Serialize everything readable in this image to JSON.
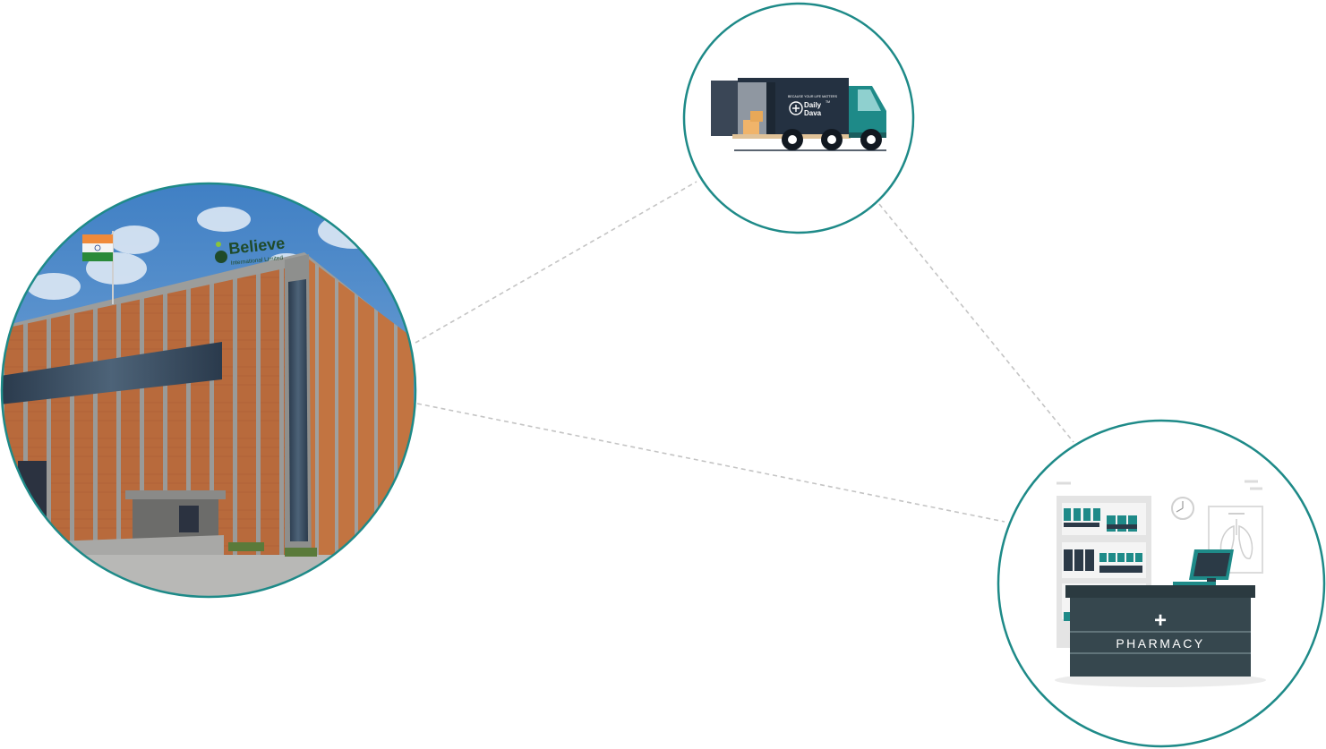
{
  "nodes": {
    "factory": {
      "brand": "Believe",
      "brand_sub": "International Limited"
    },
    "truck": {
      "tagline": "BECAUSE YOUR LIFE MATTERS",
      "brand_line1": "Daily",
      "brand_line2": "Dava",
      "trademark": "TM"
    },
    "pharmacy": {
      "sign": "PHARMACY",
      "cross": "+"
    }
  },
  "colors": {
    "ring": "#1e8a88",
    "connector": "#c4c4c4",
    "truck_body": "#243141",
    "truck_cab": "#1e8a88",
    "counter": "#36474e",
    "brick": "#b8683a",
    "sky": "#4a86c8"
  }
}
